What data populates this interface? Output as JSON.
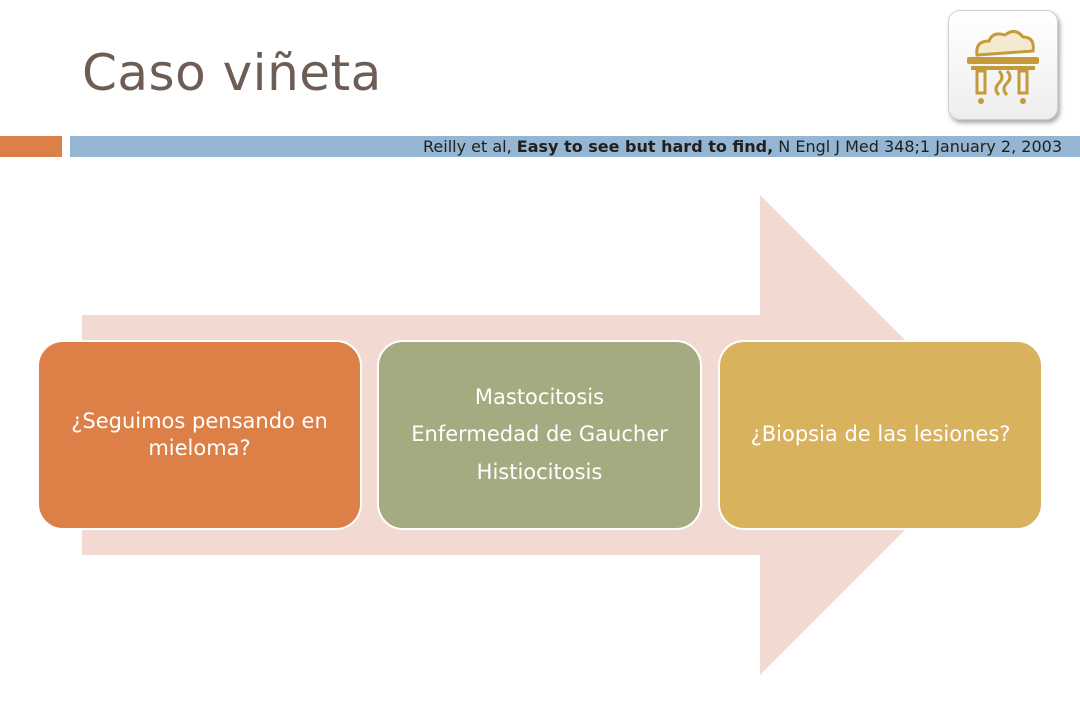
{
  "slide": {
    "title": "Caso viñeta",
    "citation": {
      "prefix": "Reilly et al, ",
      "bold": "Easy to see but hard to find,",
      "suffix": " N Engl J Med 348;1 January 2, 2003"
    }
  },
  "logo": {
    "icon": "stylized-hieroglyph-icon",
    "color": "#c49a3a"
  },
  "diagram": {
    "arrow_color": "#f2d9d1",
    "steps": [
      {
        "lines": [
          "¿Seguimos pensando en mieloma?"
        ],
        "color": "#dd8047"
      },
      {
        "lines": [
          "Mastocitosis",
          "Enfermedad de Gaucher",
          "Histiocitosis"
        ],
        "color": "#a5ab81"
      },
      {
        "lines": [
          "¿Biopsia de las lesiones?"
        ],
        "color": "#d8b25c"
      }
    ]
  },
  "colors": {
    "title": "#6e5d55",
    "accent_orange": "#dd8047",
    "accent_blue": "#94b6d2"
  }
}
